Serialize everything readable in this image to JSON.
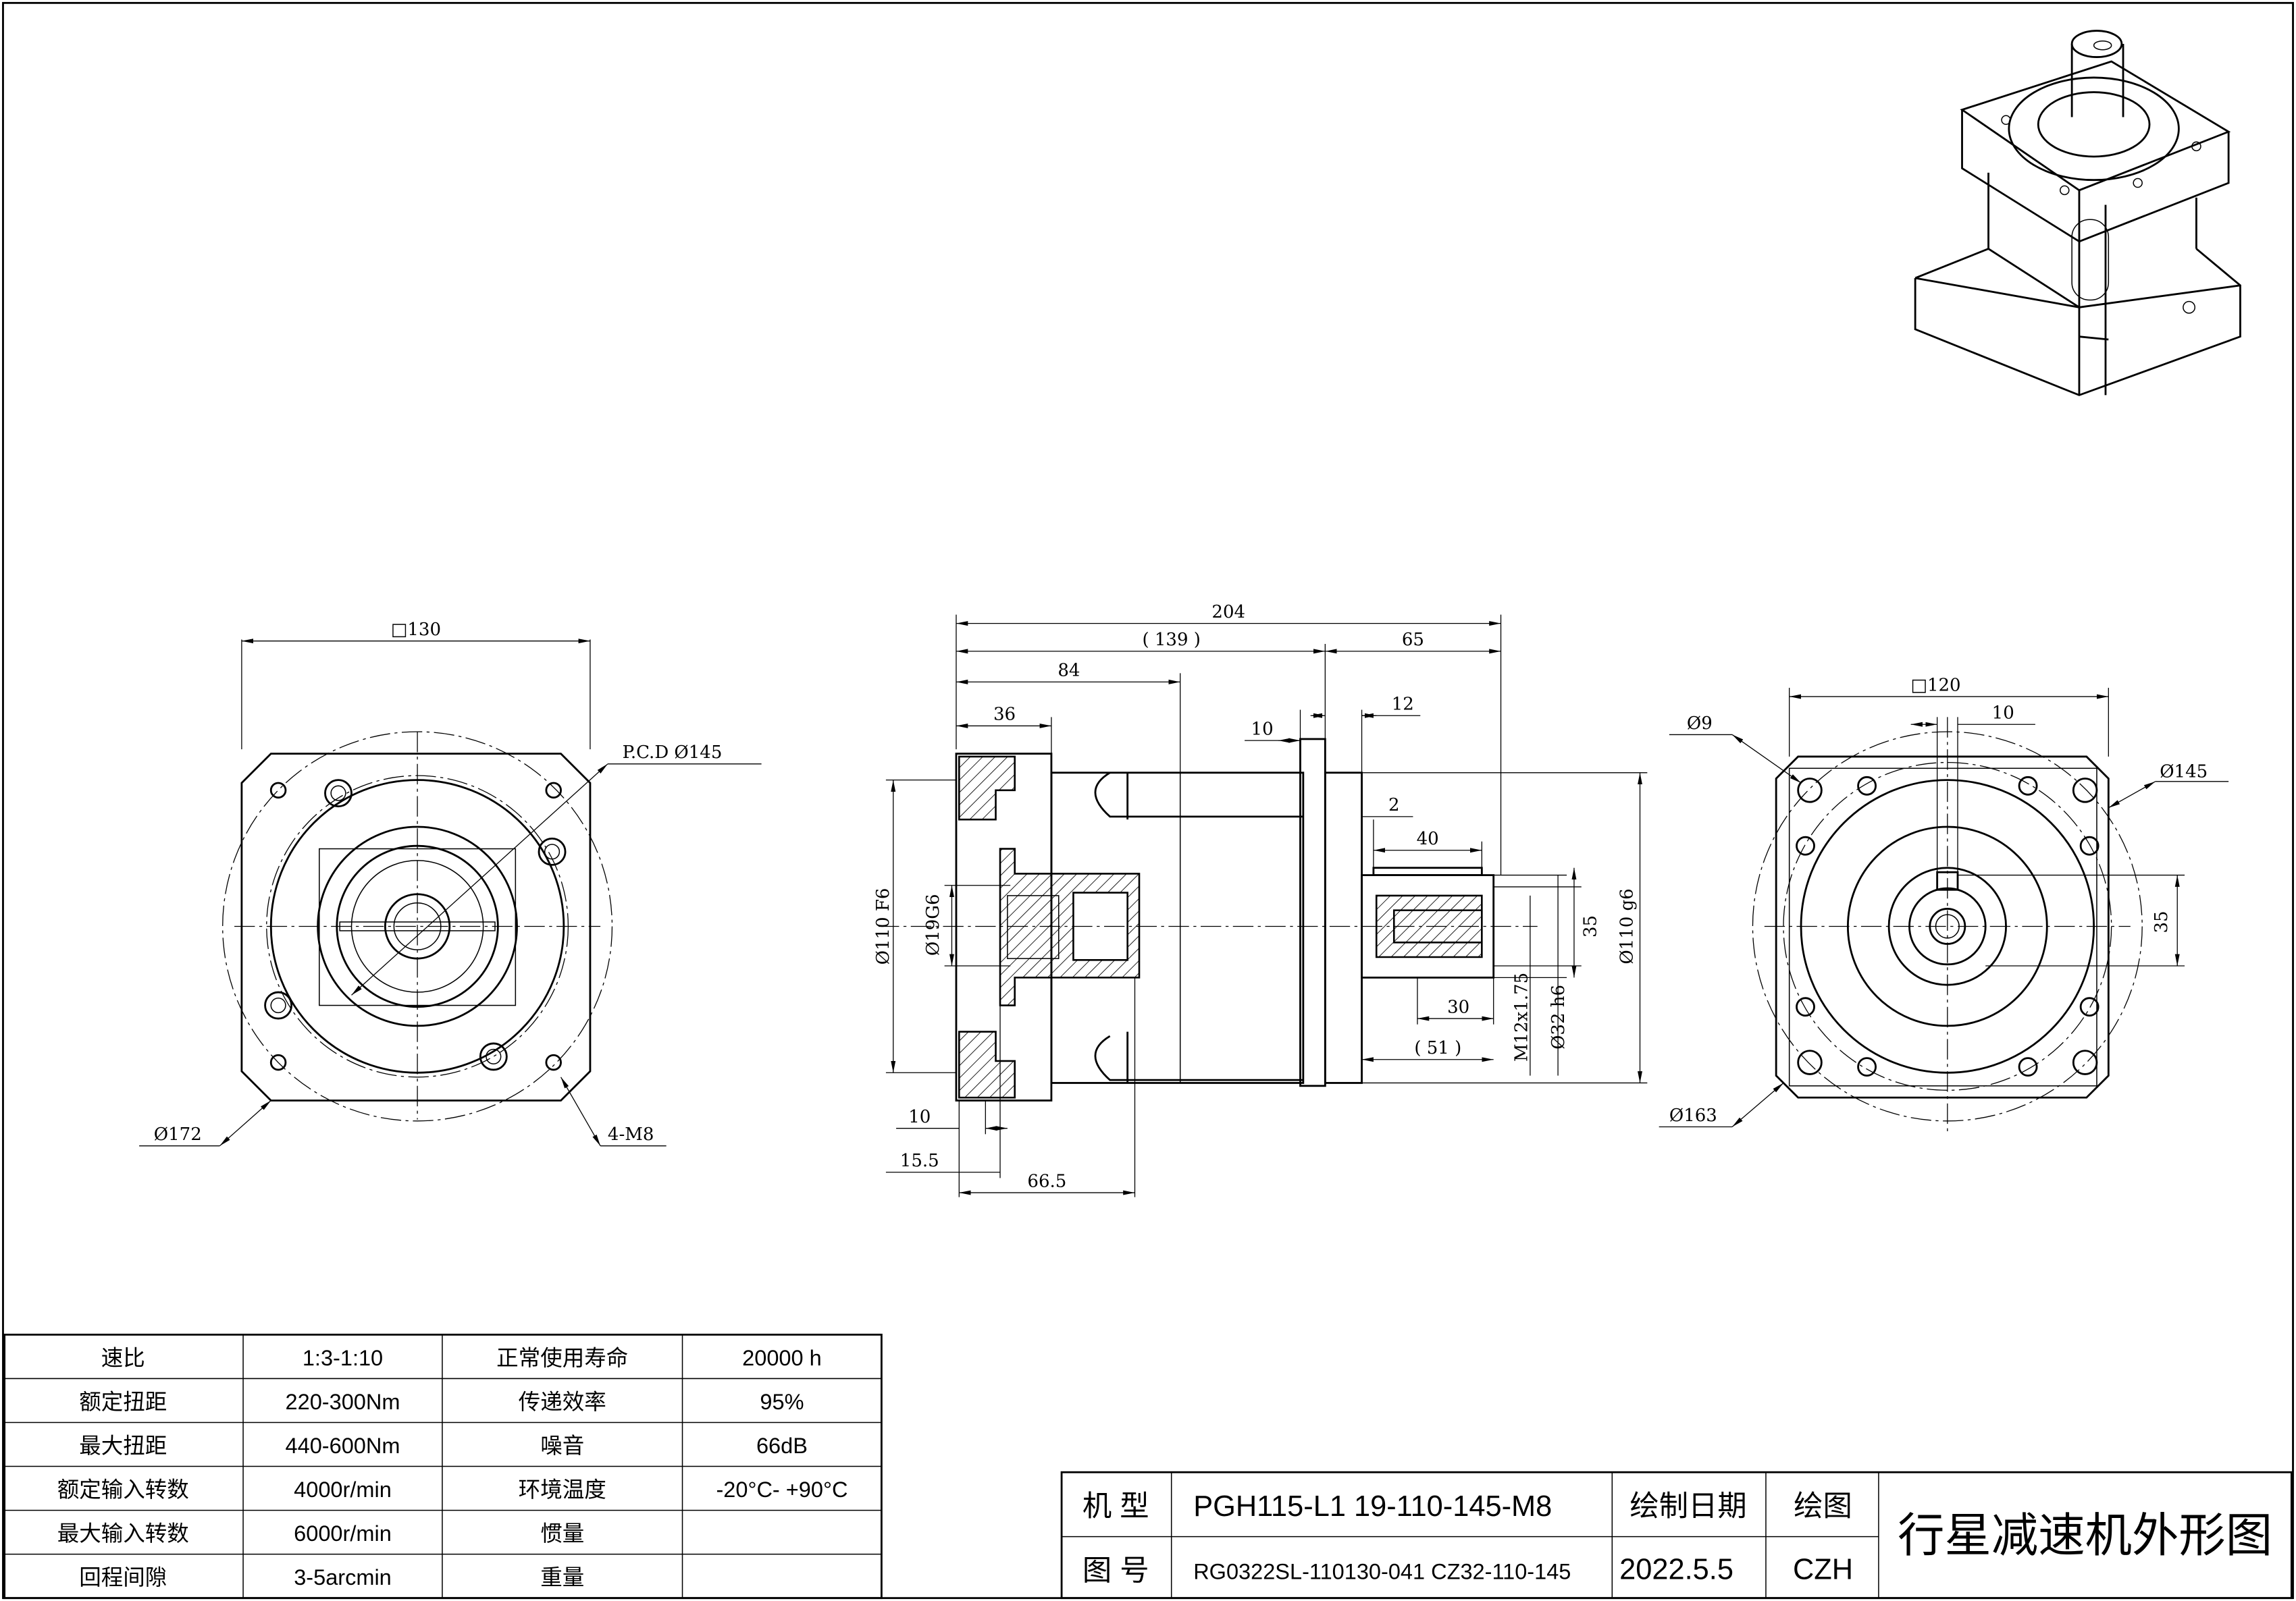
{
  "front_view": {
    "square": "□130",
    "pcd": "P.C.D Ø145",
    "outer_dia": "Ø172",
    "threads": "4-M8"
  },
  "side_view": {
    "overall": "204",
    "body_ref": "( 139 )",
    "output_len": "65",
    "d84": "84",
    "d36": "36",
    "d10_top": "10",
    "d12": "12",
    "d2": "2",
    "key_len": "40",
    "d35": "35",
    "pilot_out": "Ø110 g6",
    "pilot_in": "Ø110 F6",
    "bore": "Ø19G6",
    "tap": "M12x1.75",
    "shaft": "Ø32 h6",
    "d30": "30",
    "shaft_ref": "( 51 )",
    "d10_bottom": "10",
    "d15_5": "15.5",
    "d66_5": "66.5"
  },
  "rear_view": {
    "square": "□120",
    "key_w": "10",
    "hole": "Ø9",
    "pcd": "Ø145",
    "key_h": "35",
    "outer_dia": "Ø163"
  },
  "spec_table": [
    [
      "速比",
      "1:3-1:10",
      "正常使用寿命",
      "20000 h"
    ],
    [
      "额定扭距",
      "220-300Nm",
      "传递效率",
      "95%"
    ],
    [
      "最大扭距",
      "440-600Nm",
      "噪音",
      "66dB"
    ],
    [
      "额定输入转数",
      "4000r/min",
      "环境温度",
      "-20°C- +90°C"
    ],
    [
      "最大输入转数",
      "6000r/min",
      "惯量",
      ""
    ],
    [
      "回程间隙",
      "3-5arcmin",
      "重量",
      ""
    ]
  ],
  "title_block": {
    "model_label": "机 型",
    "model": "PGH115-L1 19-110-145-M8",
    "date_label": "绘制日期",
    "drawer_label": "绘图",
    "drawing_no_label": "图 号",
    "drawing_no": "RG0322SL-110130-041 CZ32-110-145",
    "date": "2022.5.5",
    "drawer": "CZH",
    "title": "行星减速机外形图"
  }
}
